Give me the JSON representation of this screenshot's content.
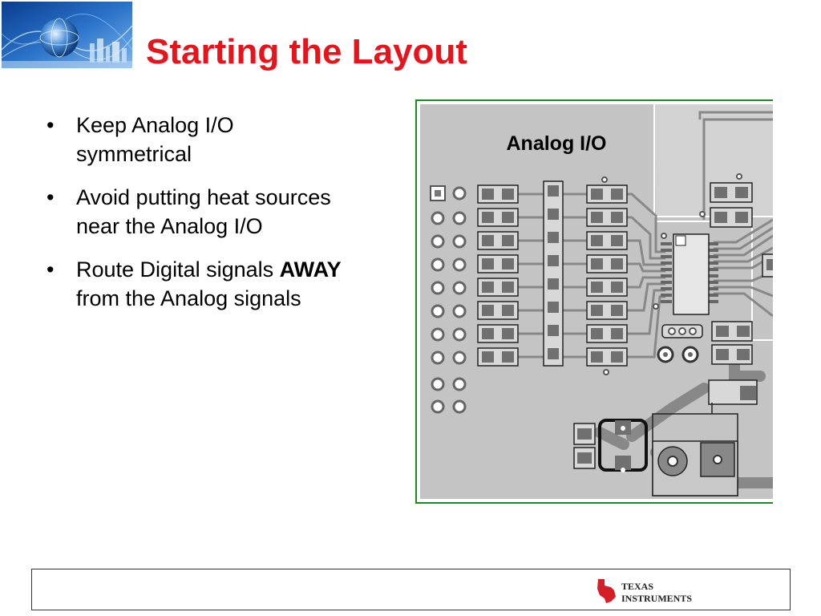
{
  "slide": {
    "title": "Starting the Layout",
    "bullets": [
      {
        "parts": [
          "Keep Analog I/O symmetrical"
        ]
      },
      {
        "parts": [
          "Avoid putting heat sources near the Analog I/O"
        ]
      },
      {
        "parts": [
          "Route Digital signals ",
          "AWAY",
          " from the Analog signals"
        ]
      }
    ],
    "bullet_glyph": "•"
  },
  "pcb_figure": {
    "label": "Analog I/O"
  },
  "footer": {
    "brand_line1": "TEXAS",
    "brand_line2": "INSTRUMENTS"
  },
  "colors": {
    "title": "#e8141c",
    "board": "#c4c4c4",
    "board_border": "#1d8a1d",
    "trace": "#888888",
    "ti_red": "#d41f26"
  }
}
